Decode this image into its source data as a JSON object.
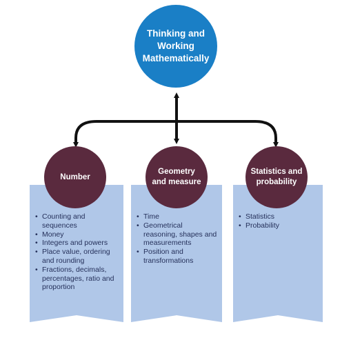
{
  "center": {
    "lines": [
      "Thinking and",
      "Working",
      "Mathematically"
    ],
    "color": "#1a7fc6"
  },
  "categories": [
    {
      "title_lines": [
        "Number"
      ],
      "items": [
        "Counting and sequences",
        "Money",
        "Integers and powers",
        "Place value, ordering and rounding",
        "Fractions, decimals, percentages, ratio and proportion"
      ]
    },
    {
      "title_lines": [
        "Geometry",
        "and measure"
      ],
      "items": [
        "Time",
        "Geometrical reasoning, shapes and measurements",
        "Position and transformations"
      ]
    },
    {
      "title_lines": [
        "Statistics and",
        "probability"
      ],
      "items": [
        "Statistics",
        "Probability"
      ]
    }
  ],
  "colors": {
    "category_circle": "#5a2a3e",
    "banner": "#b0c7e8",
    "arrow": "#111111",
    "item_text": "#25305a"
  }
}
